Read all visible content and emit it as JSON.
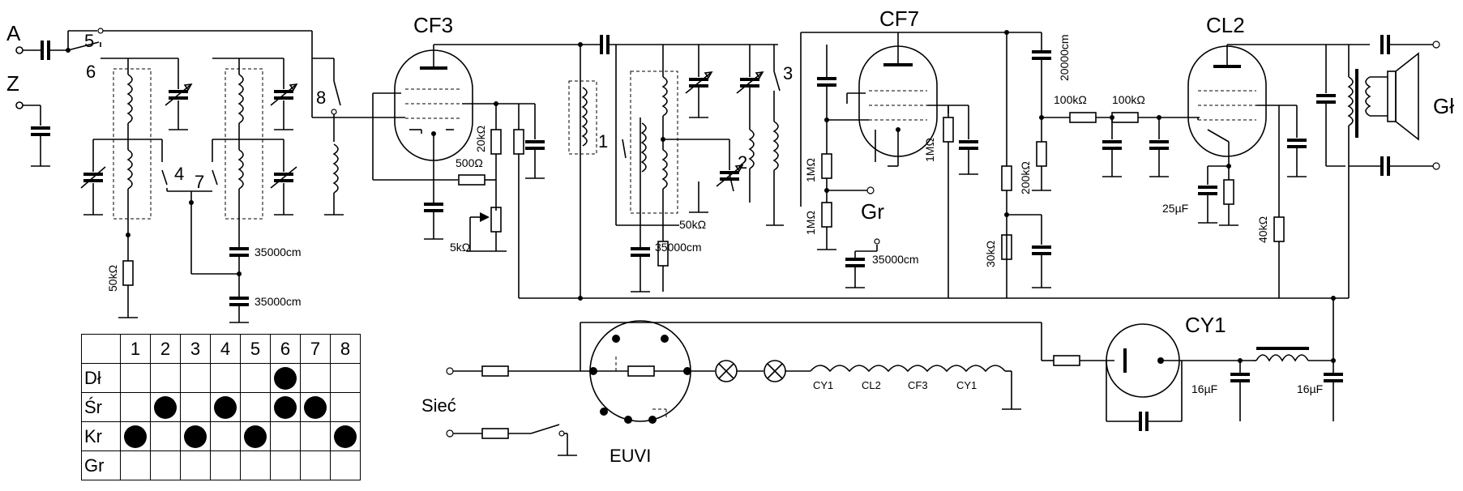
{
  "tubes": {
    "cf3": "CF3",
    "cf7": "CF7",
    "cl2": "CL2",
    "cy1": "CY1",
    "euvi": "EUVI"
  },
  "terminals": {
    "antenna": "A",
    "ground": "Z",
    "gram": "Gr",
    "speaker": "Gł",
    "mains": "Sieć"
  },
  "switch_numbers": [
    "1",
    "2",
    "3",
    "4",
    "5",
    "6",
    "7",
    "8"
  ],
  "components": {
    "r_50k": "50kΩ",
    "r_20k": "20kΩ",
    "r_500": "500Ω",
    "pot_5k": "5kΩ",
    "r_50k_b": "50kΩ",
    "r_1m_a": "1MΩ",
    "r_1m_b": "1MΩ",
    "r_1m_c": "1MΩ",
    "r_200k": "200kΩ",
    "r_30k": "30kΩ",
    "r_100k_a": "100kΩ",
    "r_100k_b": "100kΩ",
    "r_40k": "40kΩ",
    "c_35000_a": "35000cm",
    "c_35000_b": "35000cm",
    "c_35000_c": "35000cm",
    "c_35000_d": "35000cm",
    "c_20000": "20000cm",
    "c_25uf": "25µF",
    "c_16uf_a": "16µF",
    "c_16uf_b": "16µF"
  },
  "heater_chain": [
    "CY1",
    "CL2",
    "CF3",
    "CY1"
  ],
  "switch_table": {
    "columns": [
      "1",
      "2",
      "3",
      "4",
      "5",
      "6",
      "7",
      "8"
    ],
    "rows": [
      {
        "label": "Dł",
        "on": [
          false,
          false,
          false,
          false,
          false,
          true,
          false,
          false
        ]
      },
      {
        "label": "Śr",
        "on": [
          false,
          true,
          false,
          true,
          false,
          true,
          true,
          false
        ]
      },
      {
        "label": "Kr",
        "on": [
          true,
          false,
          true,
          false,
          true,
          false,
          false,
          true
        ]
      },
      {
        "label": "Gr",
        "on": [
          false,
          false,
          false,
          false,
          false,
          false,
          false,
          false
        ]
      }
    ]
  }
}
